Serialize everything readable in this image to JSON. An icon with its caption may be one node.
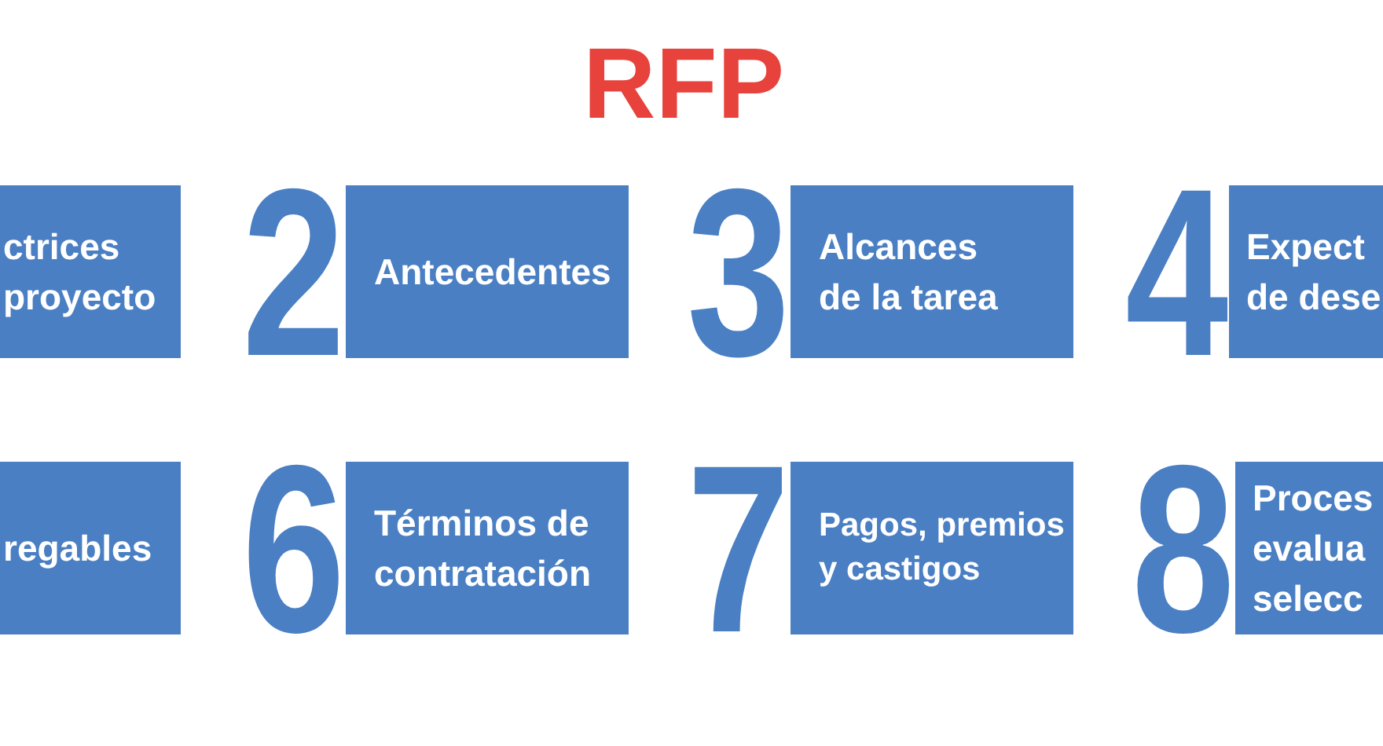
{
  "diagram": {
    "title": "RFP",
    "nodes": [
      {
        "text": [
          "ctrices proyecto"
        ]
      },
      {
        "text": [
          "2",
          "Antecedentes"
        ]
      },
      {
        "text": [
          "3",
          "Alcances de la tarea"
        ]
      },
      {
        "text": [
          "4",
          "Expect de dese"
        ]
      },
      {
        "text": [
          "regables"
        ]
      },
      {
        "text": [
          "6",
          "Términos de contratación"
        ]
      },
      {
        "text": [
          "7",
          "Pagos, premios y castigos"
        ]
      },
      {
        "text": [
          "8",
          "Proces evalua selecc"
        ]
      }
    ]
  }
}
